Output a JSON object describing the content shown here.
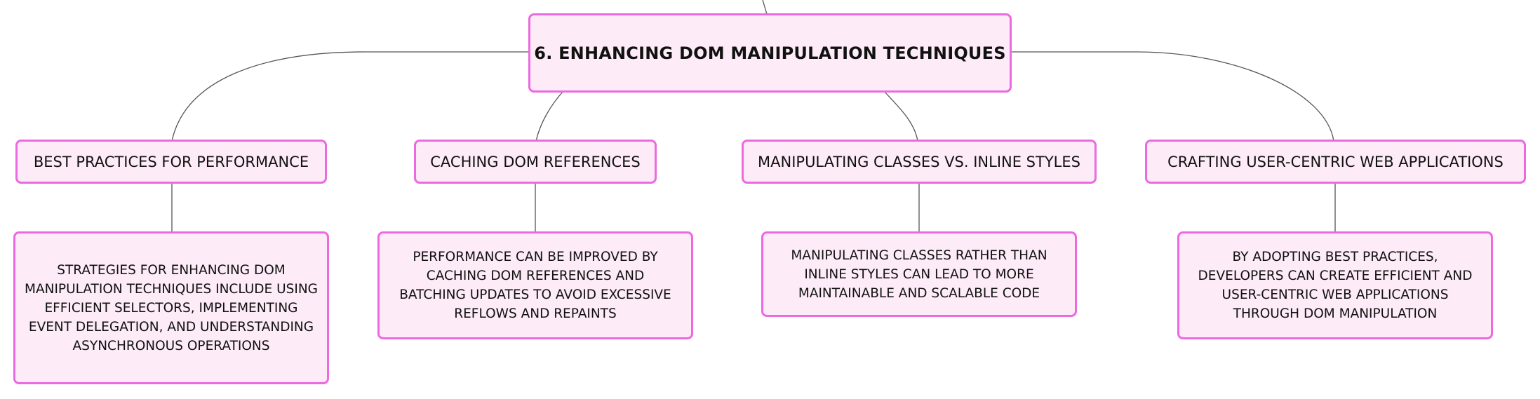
{
  "diagram": {
    "root": {
      "title": "6. ENHANCING DOM MANIPULATION TECHNIQUES"
    },
    "branches": [
      {
        "topic": "BEST PRACTICES FOR PERFORMANCE",
        "detail": "STRATEGIES FOR ENHANCING DOM MANIPULATION TECHNIQUES INCLUDE USING EFFICIENT SELECTORS, IMPLEMENTING EVENT DELEGATION, AND UNDERSTANDING ASYNCHRONOUS OPERATIONS"
      },
      {
        "topic": "CACHING DOM REFERENCES",
        "detail": "PERFORMANCE CAN BE IMPROVED BY CACHING DOM REFERENCES AND BATCHING UPDATES TO AVOID EXCESSIVE REFLOWS AND REPAINTS"
      },
      {
        "topic": "MANIPULATING CLASSES VS. INLINE STYLES",
        "detail": "MANIPULATING CLASSES RATHER THAN INLINE STYLES CAN LEAD TO MORE MAINTAINABLE AND SCALABLE CODE"
      },
      {
        "topic": "CRAFTING USER-CENTRIC WEB APPLICATIONS",
        "detail": "BY ADOPTING BEST PRACTICES, DEVELOPERS CAN CREATE EFFICIENT AND USER-CENTRIC WEB APPLICATIONS THROUGH DOM MANIPULATION"
      }
    ]
  },
  "colors": {
    "node_fill": "#fdebf8",
    "node_border": "#ec6ae0",
    "connector": "#555555",
    "text": "#111111"
  }
}
